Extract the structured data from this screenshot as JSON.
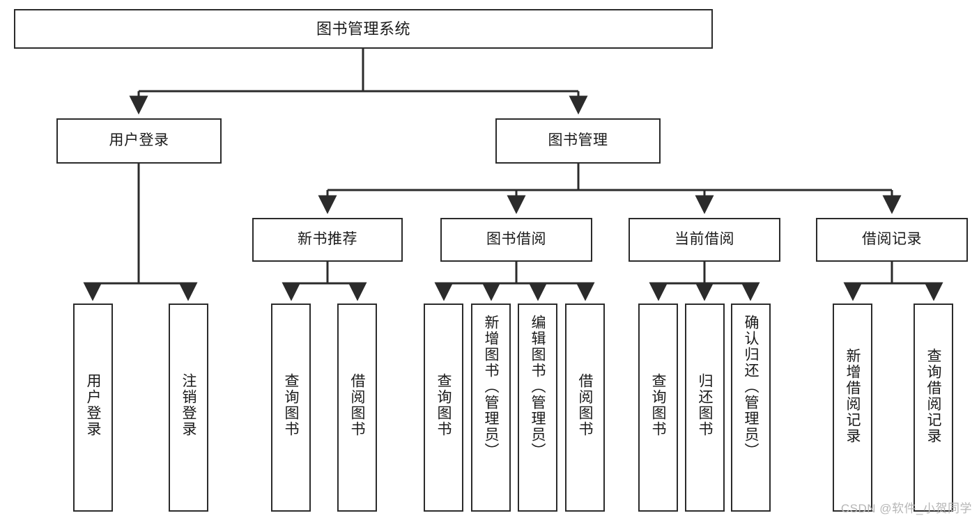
{
  "diagram": {
    "title": "图书管理系统",
    "type": "tree",
    "watermark": "CSDN @软件_小贺同学",
    "colors": {
      "node_border": "#2b2b2b",
      "node_fill": "#ffffff",
      "edge": "#2b2b2b",
      "text": "#1a1a1a",
      "watermark": "#b6b6b6",
      "background": "#ffffff"
    },
    "nodes": {
      "root": {
        "label": "图书管理系统"
      },
      "level2": [
        {
          "id": "user-login",
          "label": "用户登录"
        },
        {
          "id": "book-manage",
          "label": "图书管理"
        }
      ],
      "level3": [
        {
          "id": "new-book-recommend",
          "label": "新书推荐"
        },
        {
          "id": "book-borrow",
          "label": "图书借阅"
        },
        {
          "id": "current-borrow",
          "label": "当前借阅"
        },
        {
          "id": "borrow-record",
          "label": "借阅记录"
        }
      ],
      "leaves": {
        "user_login": [
          {
            "id": "leaf-user-login",
            "label": "用户登录"
          },
          {
            "id": "leaf-logout",
            "label": "注销登录"
          }
        ],
        "new_book_recommend": [
          {
            "id": "leaf-query-book-1",
            "label": "查询图书"
          },
          {
            "id": "leaf-borrow-book-1",
            "label": "借阅图书"
          }
        ],
        "book_borrow": [
          {
            "id": "leaf-query-book-2",
            "label": "查询图书"
          },
          {
            "id": "leaf-add-book",
            "label": "新增图书（管理员）"
          },
          {
            "id": "leaf-edit-book",
            "label": "编辑图书（管理员）"
          },
          {
            "id": "leaf-borrow-book-2",
            "label": "借阅图书"
          }
        ],
        "current_borrow": [
          {
            "id": "leaf-query-book-3",
            "label": "查询图书"
          },
          {
            "id": "leaf-return-book",
            "label": "归还图书"
          },
          {
            "id": "leaf-confirm-return",
            "label": "确认归还（管理员）"
          }
        ],
        "borrow_record": [
          {
            "id": "leaf-add-record",
            "label": "新增借阅记录"
          },
          {
            "id": "leaf-query-record",
            "label": "查询借阅记录"
          }
        ]
      }
    }
  }
}
